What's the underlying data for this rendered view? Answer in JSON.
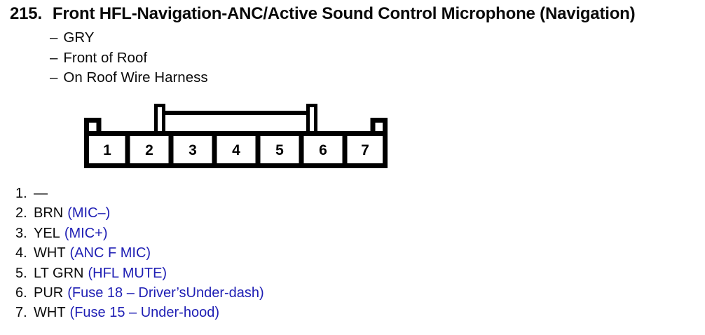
{
  "header": {
    "number": "215.",
    "title": "Front HFL-Navigation-ANC/Active Sound Control Microphone (Navigation)",
    "dash": "–",
    "attributes": [
      "GRY",
      "Front of Roof",
      "On Roof Wire Harness"
    ]
  },
  "connector": {
    "cells": [
      "1",
      "2",
      "3",
      "4",
      "5",
      "6",
      "7"
    ]
  },
  "pins": [
    {
      "num": "1.",
      "wire": "—",
      "signal": ""
    },
    {
      "num": "2.",
      "wire": "BRN",
      "signal": "(MIC–)"
    },
    {
      "num": "3.",
      "wire": "YEL",
      "signal": "(MIC+)"
    },
    {
      "num": "4.",
      "wire": "WHT",
      "signal": "(ANC F MIC)"
    },
    {
      "num": "5.",
      "wire": "LT GRN",
      "signal": "(HFL MUTE)"
    },
    {
      "num": "6.",
      "wire": "PUR",
      "signal": "(Fuse 18 – Driver’sUnder-dash)"
    },
    {
      "num": "7.",
      "wire": "WHT",
      "signal": "(Fuse 15 – Under-hood)"
    }
  ],
  "colors": {
    "text": "#0a0a0a",
    "signal_blue": "#1e1eb4",
    "line_black": "#000000",
    "background": "#ffffff"
  }
}
